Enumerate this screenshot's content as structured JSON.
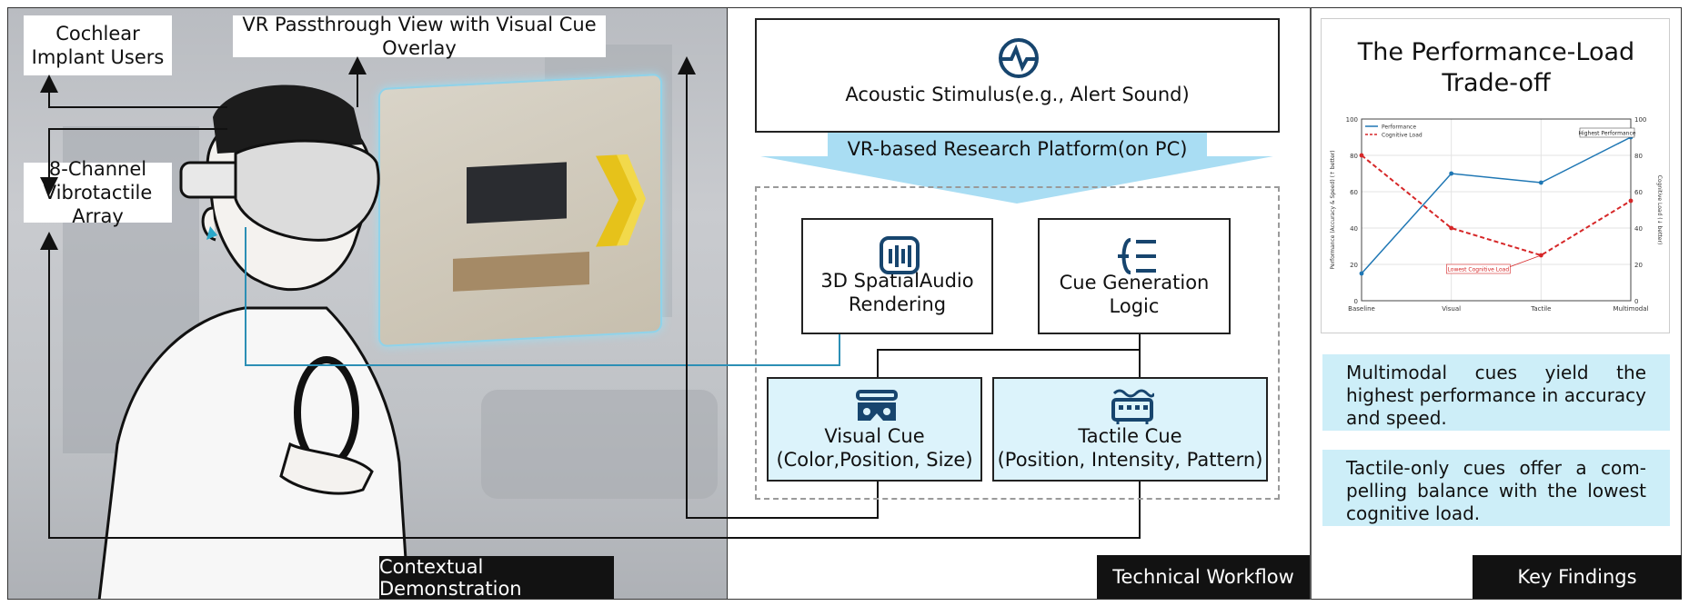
{
  "left_panel": {
    "label_users": "Cochlear Implant Users",
    "label_vr_view": "VR Passthrough View with Visual Cue Overlay",
    "label_array": "8-Channel Vibrotactile Array",
    "section_tag": "Contextual Demonstration"
  },
  "workflow": {
    "stimulus": "Acoustic Stimulus(e.g., Alert Sound)",
    "platform": "VR-based Research Platform(on PC)",
    "spatial_audio": "3D SpatialAudio Rendering",
    "cue_logic": "Cue Generation Logic",
    "visual_cue_title": "Visual Cue",
    "visual_cue_detail": "(Color,Position, Size)",
    "tactile_cue_title": "Tactile Cue",
    "tactile_cue_detail": "(Position, Intensity, Pattern)",
    "section_tag": "Technical Workflow"
  },
  "findings": {
    "chart_title": "The Performance-Load Trade-off",
    "finding_1": "Multimodal cues yield the highest performance in accuracy and speed.",
    "finding_2": "Tactile-only cues offer a com- pelling balance with the lowest cognitive load.",
    "section_tag": "Key Findings"
  },
  "chart_data": {
    "type": "line",
    "categories": [
      "Baseline",
      "Visual",
      "Tactile",
      "Multimodal"
    ],
    "series": [
      {
        "name": "Performance",
        "values": [
          15,
          70,
          65,
          90
        ],
        "color": "#1f77b4",
        "axis": "left",
        "style": "solid"
      },
      {
        "name": "Cognitive Load",
        "values": [
          80,
          40,
          25,
          55
        ],
        "color": "#d62728",
        "axis": "right",
        "style": "dashed"
      }
    ],
    "ylabel_left": "Performance (Accuracy & Speed) (↑ better)",
    "ylabel_right": "Cognitive Load (↓ better)",
    "ylim": [
      0,
      100
    ],
    "yticks": [
      "0",
      "20",
      "40",
      "60",
      "80",
      "100"
    ],
    "annotations": {
      "highest": "Highest Performance",
      "lowest": "Lowest Cognitive Load"
    },
    "grid": true,
    "legend": "top-left"
  }
}
